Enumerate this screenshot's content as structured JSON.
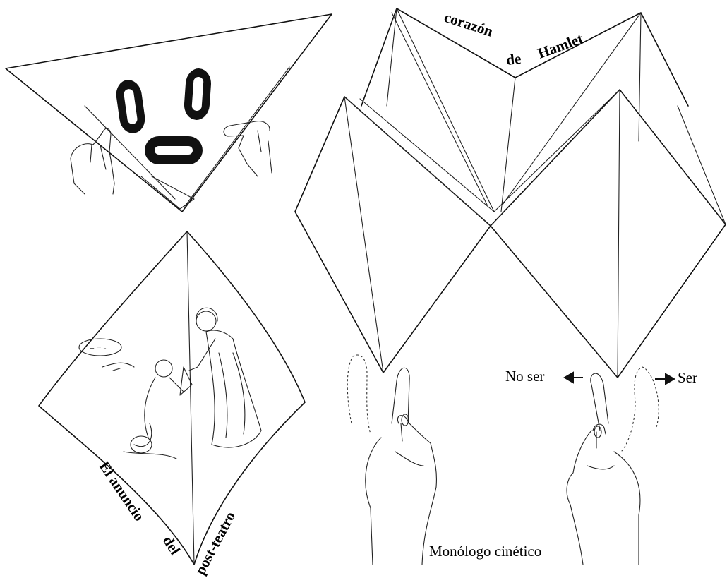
{
  "labels": {
    "corazon": "corazón",
    "de": "de",
    "hamlet": "Hamlet",
    "anuncio": "El anuncio",
    "del": "del",
    "post_teatro": "post-teatro",
    "no_ser": "No ser",
    "ser": "Ser",
    "monologo": "Monólogo cinético"
  },
  "colors": {
    "ink": "#111111",
    "paper": "#ffffff"
  }
}
